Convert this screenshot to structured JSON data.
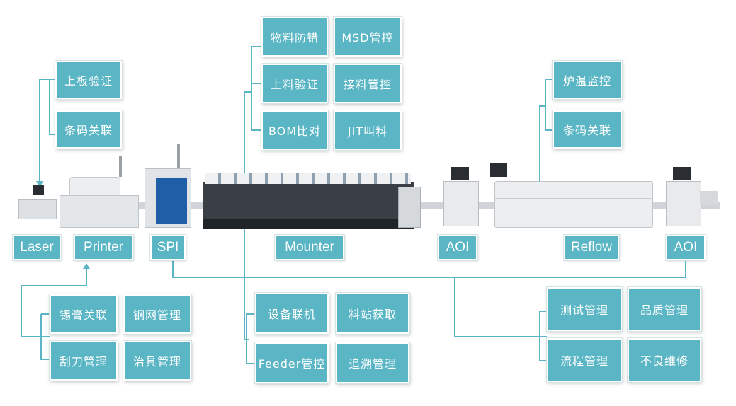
{
  "colors": {
    "accent": "#5ab5c4",
    "line": "#5ab5c4",
    "machine_body": "#e8eaec",
    "machine_dark": "#2a2e33",
    "spi_blue": "#1f5fa8"
  },
  "top_left_group": [
    "上板验证",
    "条码关联"
  ],
  "top_mid_group": [
    [
      "物料防错",
      "MSD管控"
    ],
    [
      "上料验证",
      "接料管控"
    ],
    [
      "BOM比对",
      "JIT叫料"
    ]
  ],
  "top_right_group": [
    "炉温监控",
    "条码关联"
  ],
  "station_labels": [
    "Laser",
    "Printer",
    "SPI",
    "Mounter",
    "AOI",
    "Reflow",
    "AOI"
  ],
  "bottom_left_group": [
    [
      "锡膏关联",
      "钢网管理"
    ],
    [
      "刮刀管理",
      "治具管理"
    ]
  ],
  "bottom_mid_group": [
    [
      "设备联机",
      "料站获取"
    ],
    [
      "Feeder管控",
      "追溯管理"
    ]
  ],
  "bottom_right_group": [
    [
      "测试管理",
      "品质管理"
    ],
    [
      "流程管理",
      "不良维修"
    ]
  ]
}
